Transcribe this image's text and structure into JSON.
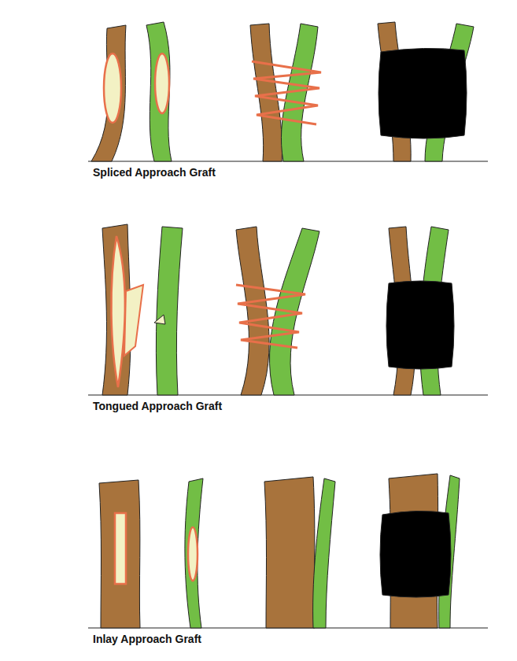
{
  "diagram": {
    "labels": [
      "Spliced Approach Graft",
      "Tongued Approach Graft",
      "Inlay Approach Graft"
    ]
  }
}
